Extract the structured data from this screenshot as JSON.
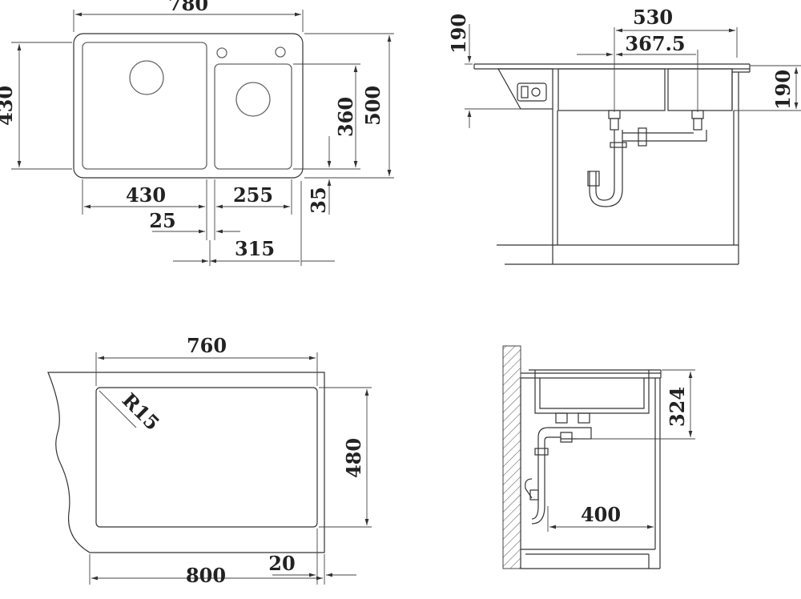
{
  "diagram": {
    "top_view": {
      "overall_width": "780",
      "overall_depth": "430",
      "right_depth_outer": "500",
      "small_bowl_depth": "360",
      "big_bowl_width": "430",
      "small_bowl_width": "255",
      "divider_offset": "25",
      "drain_offset": "315",
      "front_gap": "35"
    },
    "side_view": {
      "top_height": "190",
      "drain_span": "530",
      "drain_spacing": "367.5",
      "bowl_height": "190"
    },
    "cutout_view": {
      "cutout_width": "760",
      "corner_radius": "R15",
      "cutout_depth": "480",
      "cabinet_width": "800",
      "edge_offset": "20"
    },
    "section_view": {
      "bowl_depth": "324",
      "trap_offset": "400"
    }
  }
}
